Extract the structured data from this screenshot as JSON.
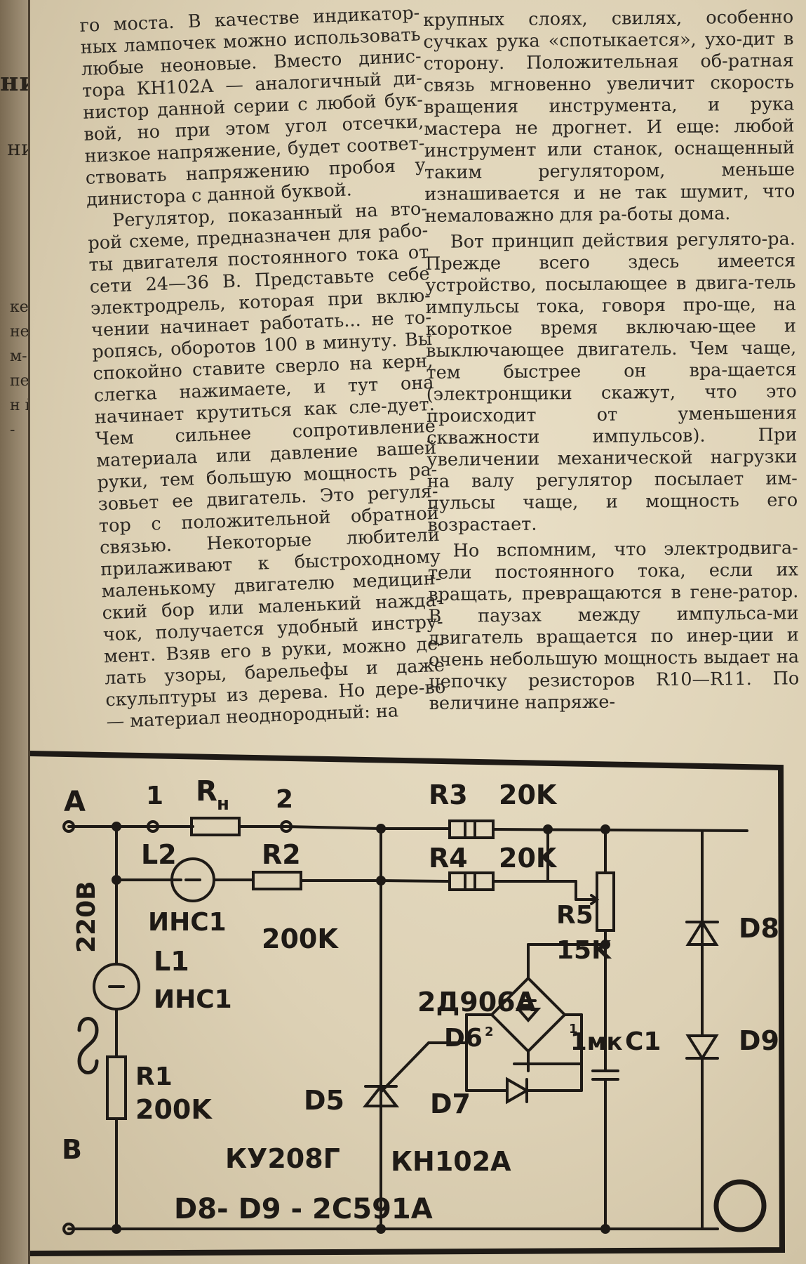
{
  "left_fragments": [
    "ники",
    "ника",
    "кен не м- пе н й -"
  ],
  "text_left": [
    "го моста. В качестве индикатор-ных лампочек можно использовать любые неоновые. Вместо динис-тора КН102А — аналогичный ди-нистор данной серии с любой бук-вой, но при этом угол отсечки, низкое напряжение, будет соответ-ствовать напряжению пробоя у динистора с данной буквой.",
    "Регулятор, показанный на вто-рой схеме, предназначен для рабо-ты двигателя постоянного тока от сети 24—36 В. Представьте себе электродрель, которая при вклю-чении начинает работать... не то-ропясь, оборотов 100 в минуту. Вы спокойно ставите сверло на керн, слегка нажимаете, и тут она начинает крутиться как сле-дует. Чем сильнее сопротивление материала или давление вашей руки, тем большую мощность ра-зовьет ее двигатель. Это регуля-тор с положительной обратной связью. Некоторые любители прилаживают к быстроходному маленькому двигателю медицин-ский бор или маленький нажда-чок, получается удобный инстру-мент. Взяв его в руки, можно де-лать узоры, барельефы и даже скульптуры из дерева. Но дере-во — материал неоднородный: на"
  ],
  "text_right": [
    "крупных слоях, свилях, особенно сучках рука «спотыкается», ухо-дит в сторону. Положительная об-ратная связь мгновенно увеличит скорость вращения инструмента, и рука мастера не дрогнет. И еще: любой инструмент или станок, оснащенный таким регулятором, меньше изнашивается и не так шумит, что немаловажно для ра-боты дома.",
    "Вот принцип действия регулято-ра. Прежде всего здесь имеется устройство, посылающее в двига-тель импульсы тока, говоря про-ще, на короткое время включаю-щее и выключающее двигатель. Чем чаще, тем быстрее он вра-щается (электронщики скажут, что это происходит от уменьшения скважности импульсов). При увеличении механической нагрузки на валу регулятор посылает им-пульсы чаще, и мощность его возрастает.",
    "Но вспомним, что электродвига-тели постоянного тока, если их вращать, превращаются в гене-ратор. В паузах между импульса-ми двигатель вращается по инер-ции и очень небольшую мощность выдает на цепочку резисторов R10—R11. По величине напряже-"
  ],
  "schematic": {
    "labels": {
      "a": "A",
      "n1": "1",
      "rn": "R",
      "rn_sub": "н",
      "n2": "2",
      "r3": "R3",
      "r3v": "20K",
      "l2": "L2",
      "r2": "R2",
      "r4": "R4",
      "r4v": "20K",
      "ins1_top": "ИНС1",
      "r2v": "200K",
      "r5": "R5",
      "r5v": "15K",
      "d8": "D8",
      "v220": "220В",
      "l1": "L1",
      "ins1_bot": "ИНС1",
      "bridge_type": "2Д906А",
      "d6": "D6",
      "c1v": "1мк",
      "c1": "C1",
      "d9": "D9",
      "pin2": "2",
      "pin1": "1",
      "r1": "R1",
      "r1v": "200K",
      "d5": "D5",
      "d7": "D7",
      "b": "B",
      "ku": "КУ208Г",
      "kn": "КН102А",
      "footer": "D8- D9 - 2С591А",
      "circle_mark": "О"
    }
  }
}
